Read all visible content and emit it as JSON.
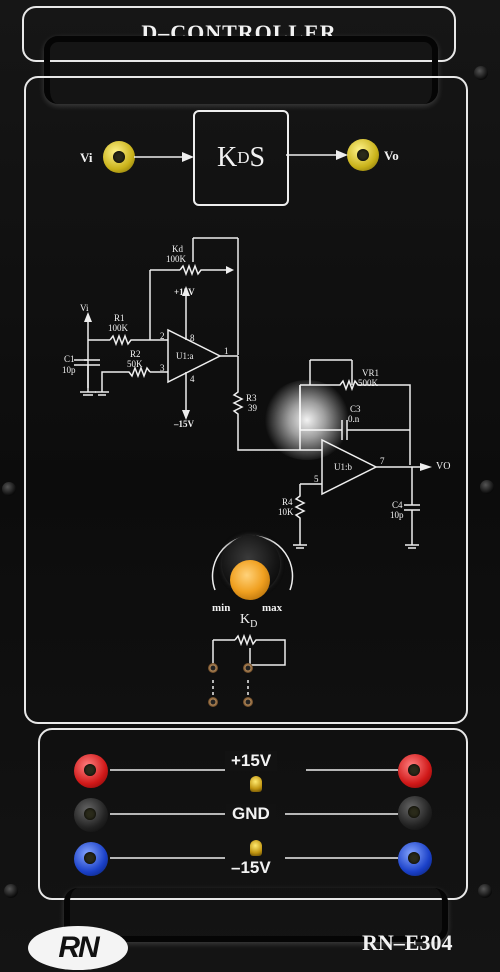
{
  "panel": {
    "title": "D–CONTROLLER",
    "model": "RN–E304",
    "logo_text": "RN"
  },
  "block_diagram": {
    "input_label": "Vi",
    "output_label": "Vo",
    "transfer_k": "K",
    "transfer_sub": "D",
    "transfer_s": "S"
  },
  "schematic": {
    "vi": "Vi",
    "c1": "C1",
    "c1_val": "10p",
    "r1": "R1",
    "r1_val": "100K",
    "r2": "R2",
    "r2_val": "50K",
    "kd": "Kd",
    "kd_val": "100K",
    "plus15": "+15V",
    "minus15": "–15V",
    "u1a": "U1:a",
    "pin2": "2",
    "pin3": "3",
    "pin8": "8",
    "pin4": "4",
    "pin1": "1",
    "r3": "R3",
    "r3_val": "39",
    "vr1": "VR1",
    "vr1_val": "500K",
    "c3": "C3",
    "c3_val": "0.n",
    "u1b": "U1:b",
    "pin7": "7",
    "pin5": "5",
    "r4": "R4",
    "r4_val": "10K",
    "c4": "C4",
    "c4_val": "10p",
    "vo": "VO"
  },
  "knob": {
    "min_label": "min",
    "max_label": "max",
    "name_k": "K",
    "name_sub": "D"
  },
  "power": {
    "plus15": "+15V",
    "gnd": "GND",
    "minus15": "–15V"
  }
}
